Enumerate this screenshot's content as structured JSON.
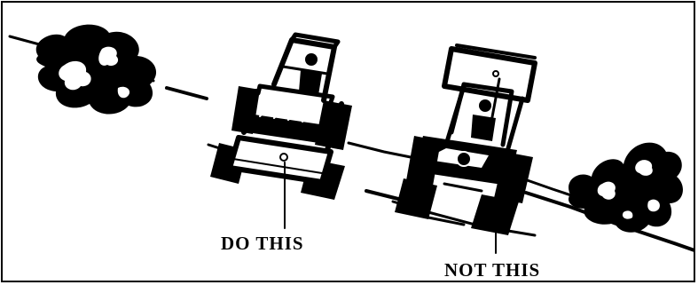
{
  "labels": {
    "correct": "DO THIS",
    "incorrect": "NOT THIS"
  },
  "colors": {
    "ink": "#000000",
    "paper": "#ffffff"
  },
  "elements": {
    "shrubs": [
      "left shrub",
      "right shrub"
    ],
    "tractors": [
      "tractor with bucket carried low",
      "tractor with bucket raised high"
    ]
  }
}
